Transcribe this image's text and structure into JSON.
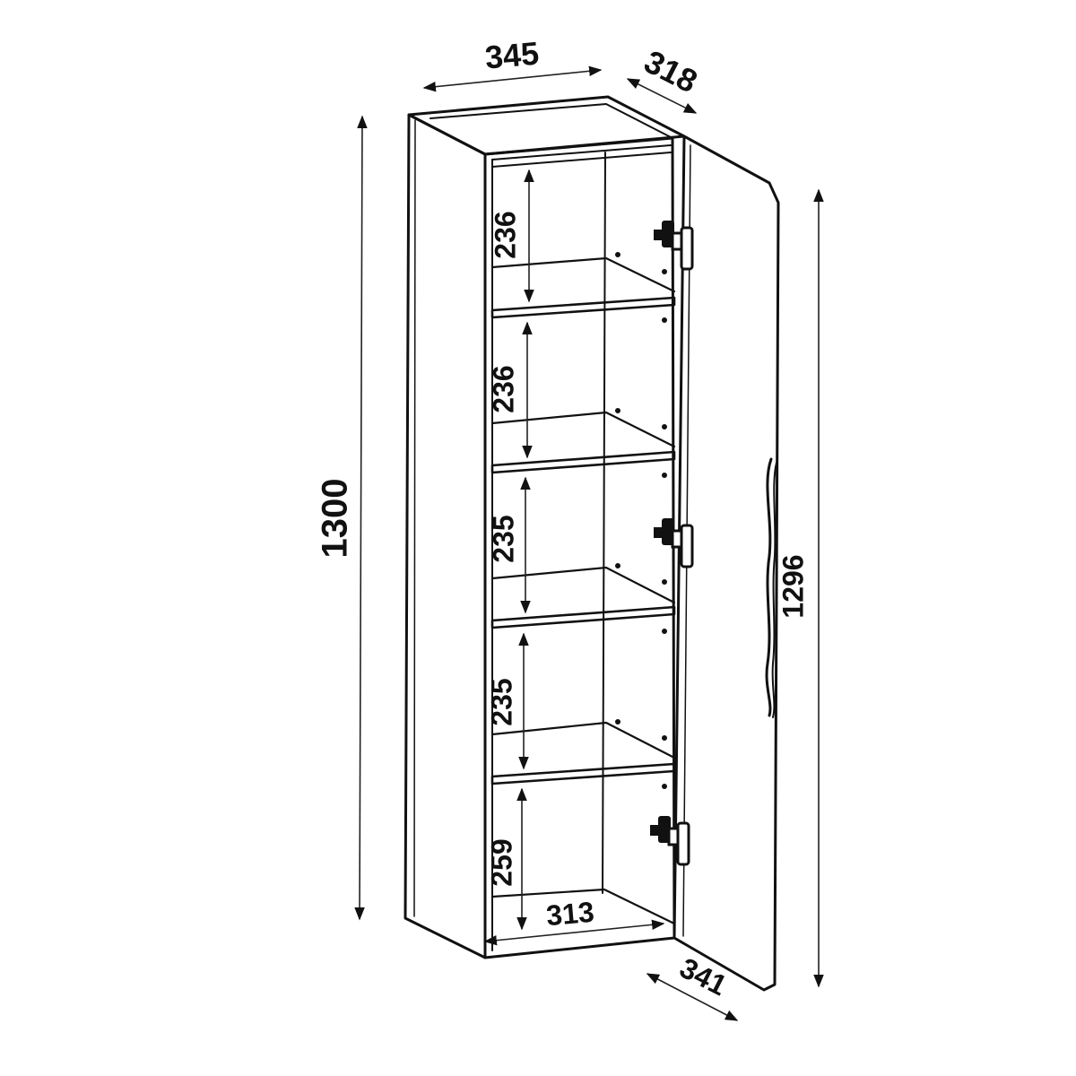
{
  "diagram": {
    "dimensions": {
      "width_top": "345",
      "depth_top": "318",
      "height_total": "1300",
      "door_height": "1296",
      "door_width": "341",
      "shelf_1": "236",
      "shelf_2": "236",
      "shelf_3": "235",
      "shelf_4": "235",
      "shelf_5": "259",
      "inner_width": "313"
    },
    "colors": {
      "line": "#111111",
      "background": "#ffffff"
    }
  }
}
